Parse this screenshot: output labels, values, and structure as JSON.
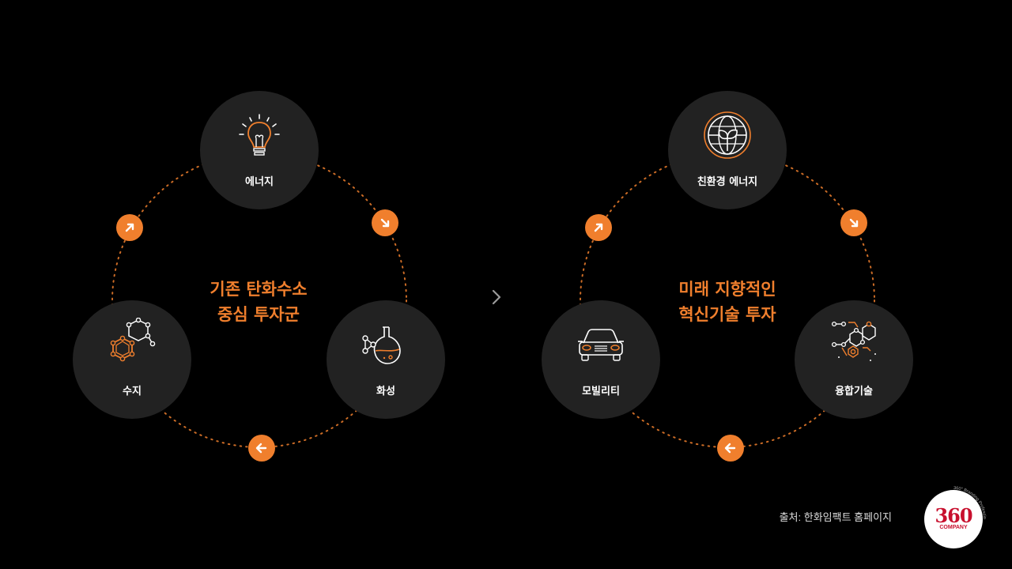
{
  "left_cycle": {
    "center_line1": "기존 탄화수소",
    "center_line2": "중심 투자군",
    "nodes": [
      {
        "label": "에너지",
        "icon": "lightbulb-icon"
      },
      {
        "label": "화성",
        "icon": "flask-icon"
      },
      {
        "label": "수지",
        "icon": "molecule-icon"
      }
    ]
  },
  "right_cycle": {
    "center_line1": "미래 지향적인",
    "center_line2": "혁신기술 투자",
    "nodes": [
      {
        "label": "친환경 에너지",
        "icon": "eco-globe-icon"
      },
      {
        "label": "융합기술",
        "icon": "network-icon"
      },
      {
        "label": "모빌리티",
        "icon": "car-icon"
      }
    ]
  },
  "source": "출처: 한화임팩트 홈페이지",
  "logo": {
    "number": "360",
    "word": "COMPANY",
    "tagline": "360° Branding Professional"
  },
  "colors": {
    "accent": "#f07f2d",
    "node_bg": "#222222",
    "background": "#000000",
    "logo_red": "#c8102e"
  }
}
